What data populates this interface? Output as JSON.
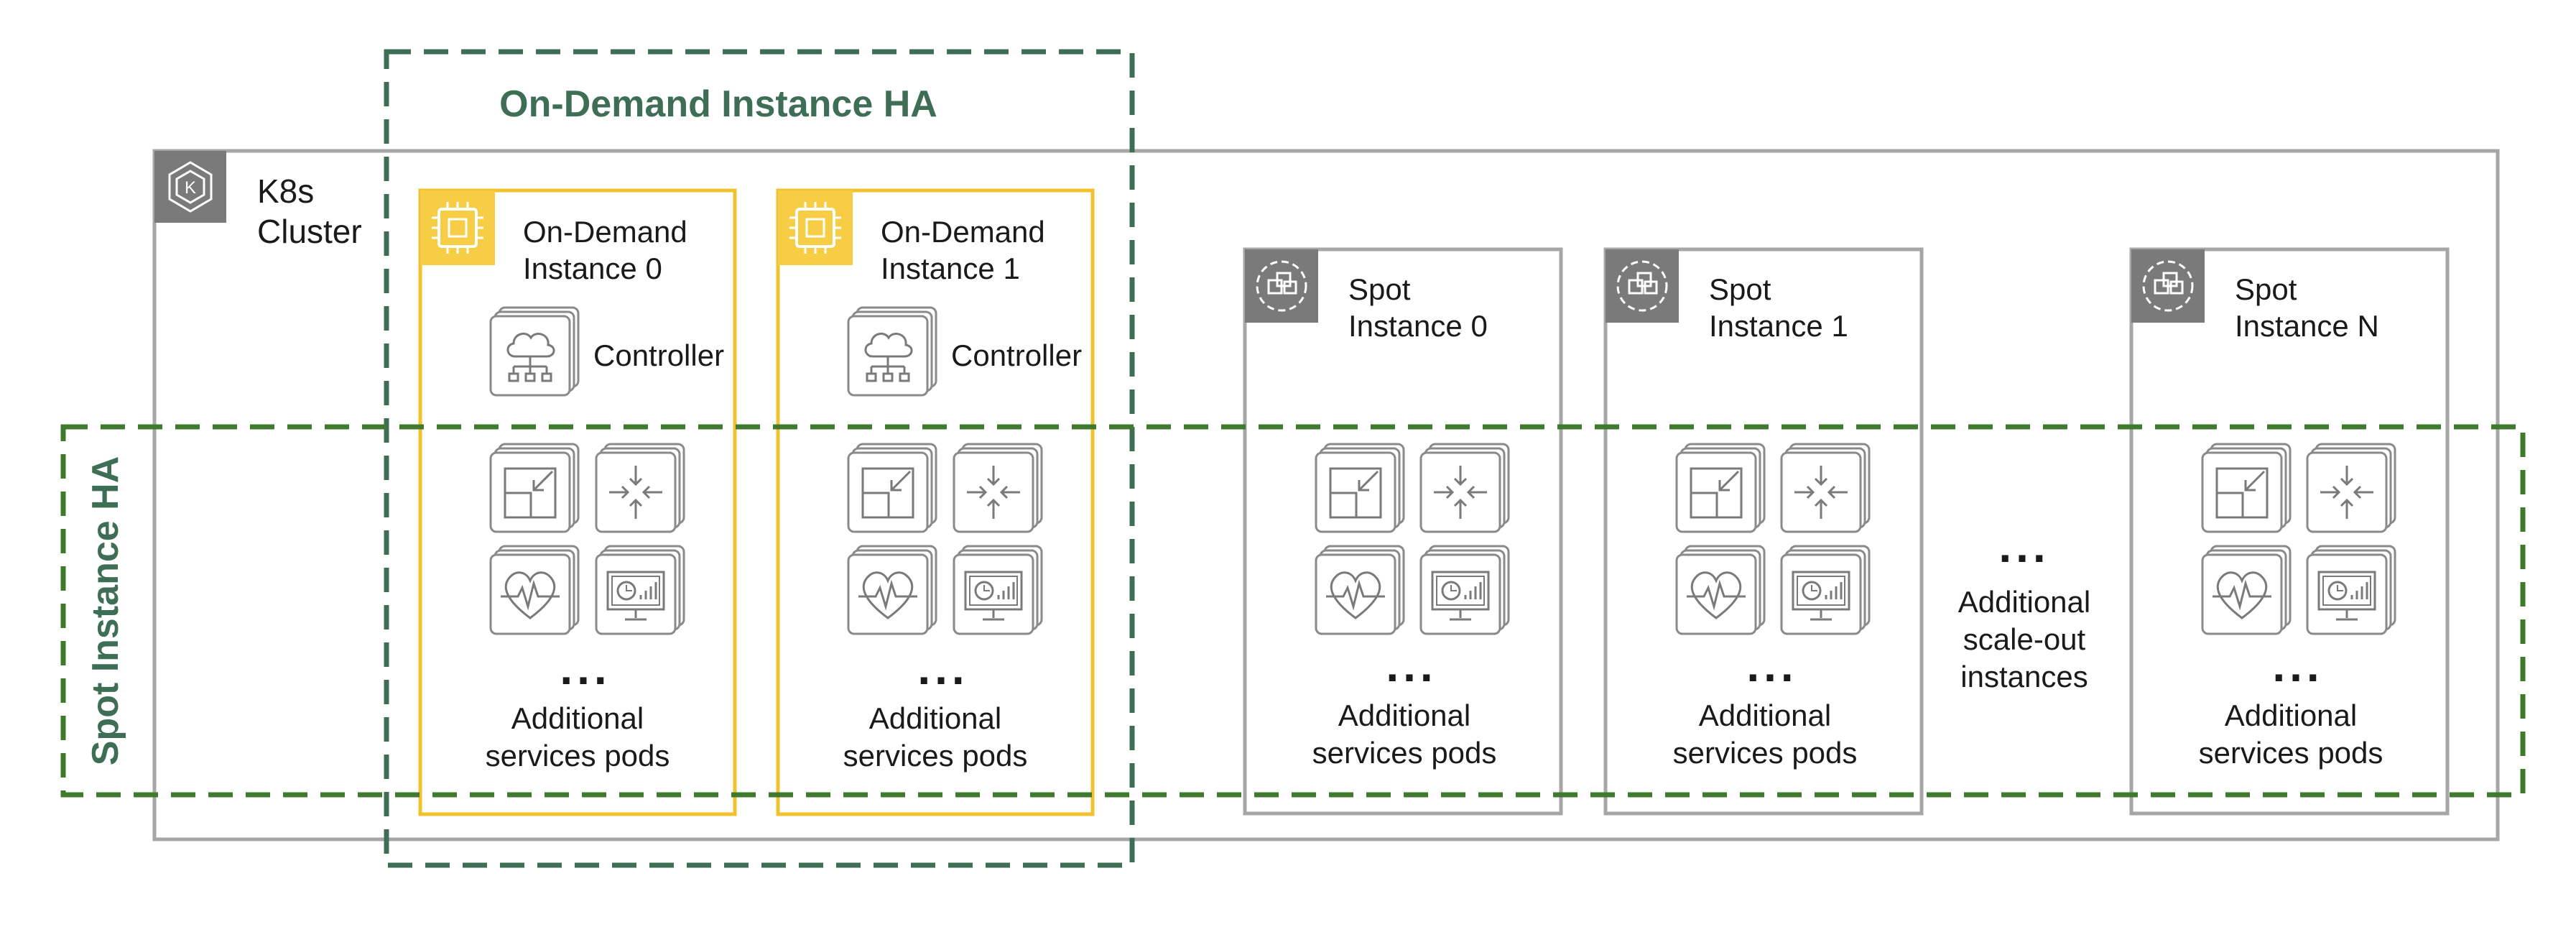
{
  "ha_labels": {
    "on_demand": "On-Demand Instance HA",
    "spot": "Spot Instance HA"
  },
  "cluster": {
    "label_line1": "K8s",
    "label_line2": "Cluster",
    "icon": "kubernetes-icon"
  },
  "on_demand_instances": [
    {
      "line1": "On-Demand",
      "line2": "Instance 0",
      "controller": "Controller",
      "dots": "...",
      "footer1": "Additional",
      "footer2": "services pods"
    },
    {
      "line1": "On-Demand",
      "line2": "Instance 1",
      "controller": "Controller",
      "dots": "...",
      "footer1": "Additional",
      "footer2": "services pods"
    }
  ],
  "spot_instances": [
    {
      "line1": "Spot",
      "line2": "Instance 0",
      "dots": "...",
      "footer1": "Additional",
      "footer2": "services pods"
    },
    {
      "line1": "Spot",
      "line2": "Instance 1",
      "dots": "...",
      "footer1": "Additional",
      "footer2": "services pods"
    },
    {
      "line1": "Spot",
      "line2": "Instance N",
      "dots": "...",
      "footer1": "Additional",
      "footer2": "services pods"
    }
  ],
  "scale_out": {
    "dots": "...",
    "line1": "Additional",
    "line2": "scale-out",
    "line3": "instances"
  },
  "pod_icons": [
    "resize-icon",
    "shrink-icon",
    "heartbeat-icon",
    "monitor-chart-icon"
  ],
  "colors": {
    "cluster_border": "#a6a6a6",
    "on_demand_border": "#f2c12e",
    "on_demand_badge": "#f7cd45",
    "spot_border": "#a6a6a6",
    "icon_badge": "#7a7a7a",
    "ha_on_demand": "#3f6e56",
    "ha_spot": "#3f7a2e",
    "text": "#1a1a1a"
  }
}
